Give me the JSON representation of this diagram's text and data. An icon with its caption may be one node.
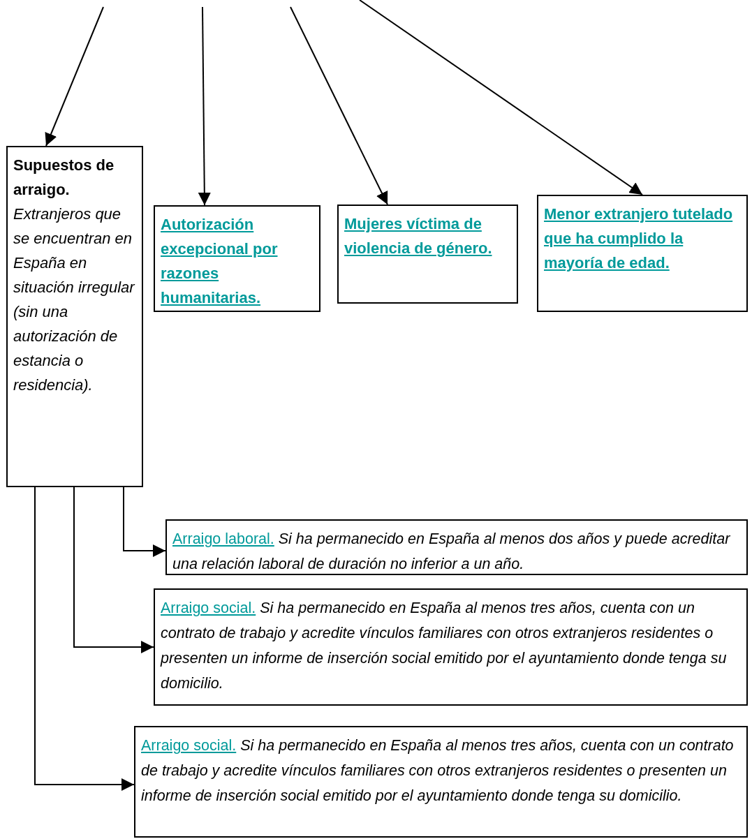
{
  "diagram": {
    "nodes": [
      {
        "text": [
          "Supuestos de arraigo.",
          "Extranjeros que se encuentran en España en situación irregular (sin una autorización de estancia o residencia)."
        ]
      },
      {
        "text": [
          "Autorización excepcional por razones humanitarias."
        ]
      },
      {
        "text": [
          "Mujeres víctima de violencia de género."
        ]
      },
      {
        "text": [
          "Menor extranjero tutelado que ha cumplido la mayoría de edad."
        ]
      },
      {
        "text": [
          "Arraigo laboral.",
          "Si ha permanecido en España al menos dos años y puede acreditar una relación laboral de duración no inferior a un año."
        ]
      },
      {
        "text": [
          "Arraigo social.",
          "Si ha permanecido en España al menos tres años, cuenta con un contrato de trabajo y acredite vínculos familiares con otros extranjeros residentes o presenten un informe de inserción social emitido por el ayuntamiento donde tenga su domicilio."
        ]
      },
      {
        "text": [
          "Arraigo social.",
          "Si ha permanecido en España al menos tres años, cuenta con un contrato de trabajo y acredite vínculos familiares con otros extranjeros residentes o presenten un informe de inserción social emitido por el ayuntamiento donde tenga su domicilio."
        ]
      }
    ],
    "edges": [
      {
        "from": null,
        "to": 0,
        "arrow": "to"
      },
      {
        "from": null,
        "to": 1,
        "arrow": "to"
      },
      {
        "from": null,
        "to": 2,
        "arrow": "to"
      },
      {
        "from": null,
        "to": 3,
        "arrow": "to"
      },
      {
        "from": 0,
        "to": 4,
        "arrow": "to"
      },
      {
        "from": 0,
        "to": 5,
        "arrow": "to"
      },
      {
        "from": 0,
        "to": 6,
        "arrow": "to"
      }
    ]
  }
}
